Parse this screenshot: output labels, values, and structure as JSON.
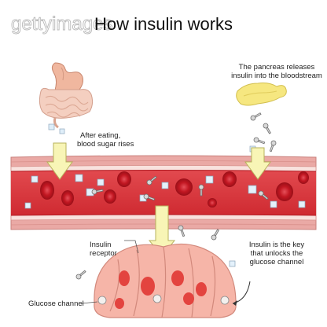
{
  "watermark": "gettyimages",
  "title": "How insulin works",
  "labels": {
    "pancreas_l1": "The pancreas releases",
    "pancreas_l2": "insulin into the bloodstream",
    "eating_l1": "After eating,",
    "eating_l2": "blood sugar rises",
    "receptor_l1": "Insulin",
    "receptor_l2": "receptor",
    "key_l1": "Insulin is the key",
    "key_l2": "that unlocks the",
    "key_l3": "glucose channel",
    "channel": "Glucose channel"
  },
  "colors": {
    "vessel_wall": "#e8a6a3",
    "vessel_inner": "#f7dcd8",
    "blood": "#d8343a",
    "red_cell": "#b8101c",
    "cell": "#f5b2a6",
    "nucleus": "#e0453f",
    "arrow": "#f8f6b7",
    "glucose": "#dfeef9",
    "pancreas": "#f5e57c",
    "stomach": "#efb69e"
  }
}
